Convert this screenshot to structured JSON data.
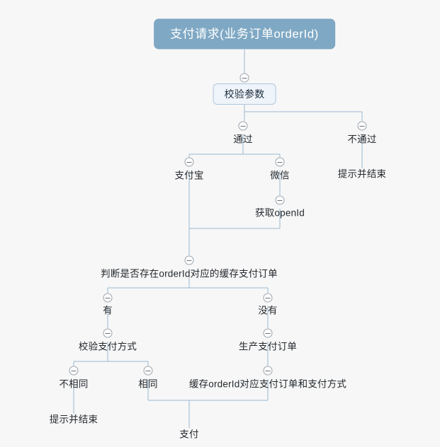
{
  "diagram": {
    "title": "支付请求(业务订单orderId)",
    "background_color": "#f7f7f7",
    "root_fill_color": "#7fa8c4",
    "boxed_fill_color": "#eef4fa",
    "link_color": "#9ab8d0",
    "text_color": "#24292e",
    "type": "mindmap-flowchart"
  },
  "nodes": {
    "root": "支付请求(业务订单orderId)",
    "validate_params": "校验参数",
    "pass": "通过",
    "not_pass": "不通过",
    "not_pass_end": "提示并结束",
    "alipay": "支付宝",
    "wechat": "微信",
    "get_openid": "获取openId",
    "check_cache": "判断是否存在orderId对应的缓存支付订单",
    "has_cache": "有",
    "no_cache": "没有",
    "verify_pay_method": "校验支付方式",
    "create_pay_order": "生产支付订单",
    "not_same": "不相同",
    "same": "相同",
    "cache_order": "缓存orderId对应支付订单和支付方式",
    "not_same_end": "提示并结束",
    "pay": "支付"
  }
}
